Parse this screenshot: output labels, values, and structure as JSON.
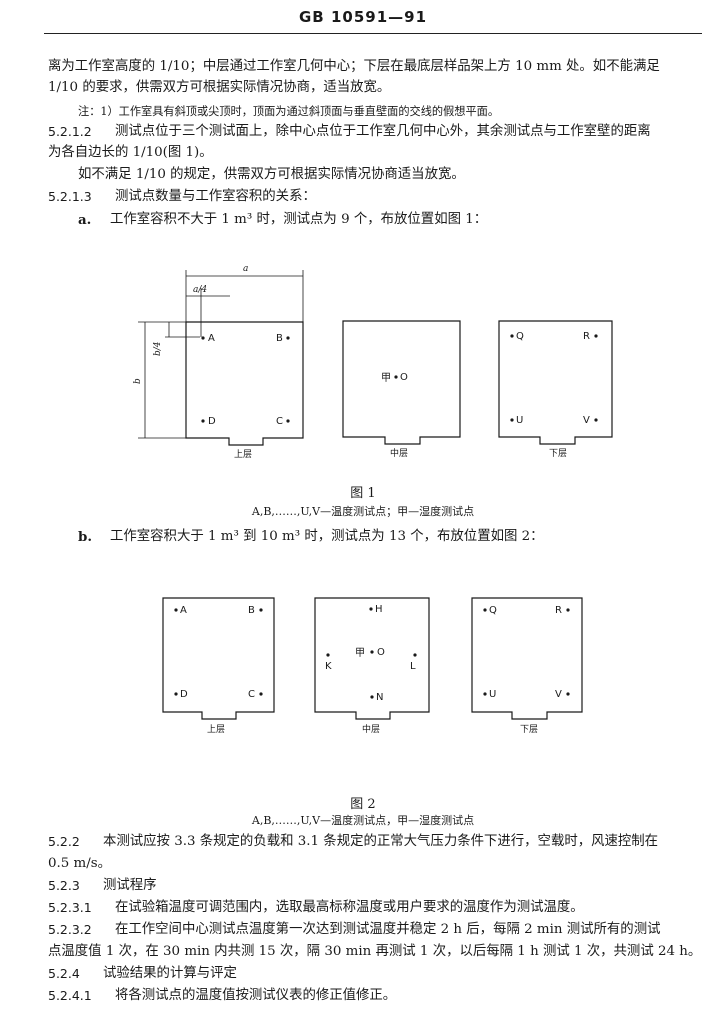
{
  "header": {
    "code": "GB 10591—91"
  },
  "body": {
    "line1": "离为工作室高度的 1/10；中层通过工作室几何中心；下层在最底层样品架上方 10 mm 处。如不能满足",
    "line2": "1/10 的要求，供需双方可根据实际情况协商，适当放宽。",
    "note": "注：1）工作室具有斜顶或尖顶时，顶面为通过斜顶面与垂直壁面的交线的假想平面。",
    "s5212_num": "5.2.1.2",
    "s5212_a": "测试点位于三个测试面上，除中心点位于工作室几何中心外，其余测试点与工作室壁的距离",
    "s5212_b": "为各自边长的 1/10(图 1)。",
    "s5212_c": "如不满足 1/10 的规定，供需双方可根据实际情况协商适当放宽。",
    "s5213_num": "5.2.1.3",
    "s5213": "测试点数量与工作室容积的关系：",
    "a_label": "a.",
    "a_text": "工作室容积不大于 1 m³ 时，测试点为 9 个，布放位置如图 1：",
    "fig1_caption": "图 1",
    "fig1_legend": "A,B,……,U,V—温度测试点；甲—湿度测试点",
    "b_label": "b.",
    "b_text": "工作室容积大于 1 m³ 到 10 m³ 时，测试点为 13 个，布放位置如图 2：",
    "fig2_caption": "图 2",
    "fig2_legend": "A,B,……,U,V—温度测试点，甲—湿度测试点",
    "s522_num": "5.2.2",
    "s522_a": "本测试应按 3.3 条规定的负载和 3.1 条规定的正常大气压力条件下进行，空载时，风速控制在",
    "s522_b": "0.5 m/s。",
    "s523_num": "5.2.3",
    "s523": "测试程序",
    "s5231_num": "5.2.3.1",
    "s5231": "在试验箱温度可调范围内，选取最高标称温度或用户要求的温度作为测试温度。",
    "s5232_num": "5.2.3.2",
    "s5232_a": "在工作空间中心测试点温度第一次达到测试温度并稳定 2 h 后，每隔 2 min 测试所有的测试",
    "s5232_b": "点温度值 1 次，在 30 min 内共测 15 次，隔 30 min 再测试 1 次，以后每隔 1 h 测试 1 次，共测试 24 h。",
    "s524_num": "5.2.4",
    "s524": "试验结果的计算与评定",
    "s5241_num": "5.2.4.1",
    "s5241": "将各测试点的温度值按测试仪表的修正值修正。"
  },
  "fig1": {
    "dims": {
      "a": "a",
      "a4": "a/4",
      "b": "b",
      "b4": "b/4"
    },
    "upper": {
      "points": [
        "A",
        "B",
        "D",
        "C"
      ],
      "level": "上层"
    },
    "middle": {
      "humidity": "甲",
      "center": "O",
      "level": "中层"
    },
    "lower": {
      "points": [
        "Q",
        "R",
        "U",
        "V"
      ],
      "level": "下层"
    }
  },
  "fig2": {
    "upper": {
      "points": [
        "A",
        "B",
        "D",
        "C"
      ],
      "level": "上层"
    },
    "middle": {
      "points": [
        "H",
        "K",
        "L",
        "N"
      ],
      "humidity": "甲",
      "center": "O",
      "level": "中层"
    },
    "lower": {
      "points": [
        "Q",
        "R",
        "U",
        "V"
      ],
      "level": "下层"
    }
  }
}
